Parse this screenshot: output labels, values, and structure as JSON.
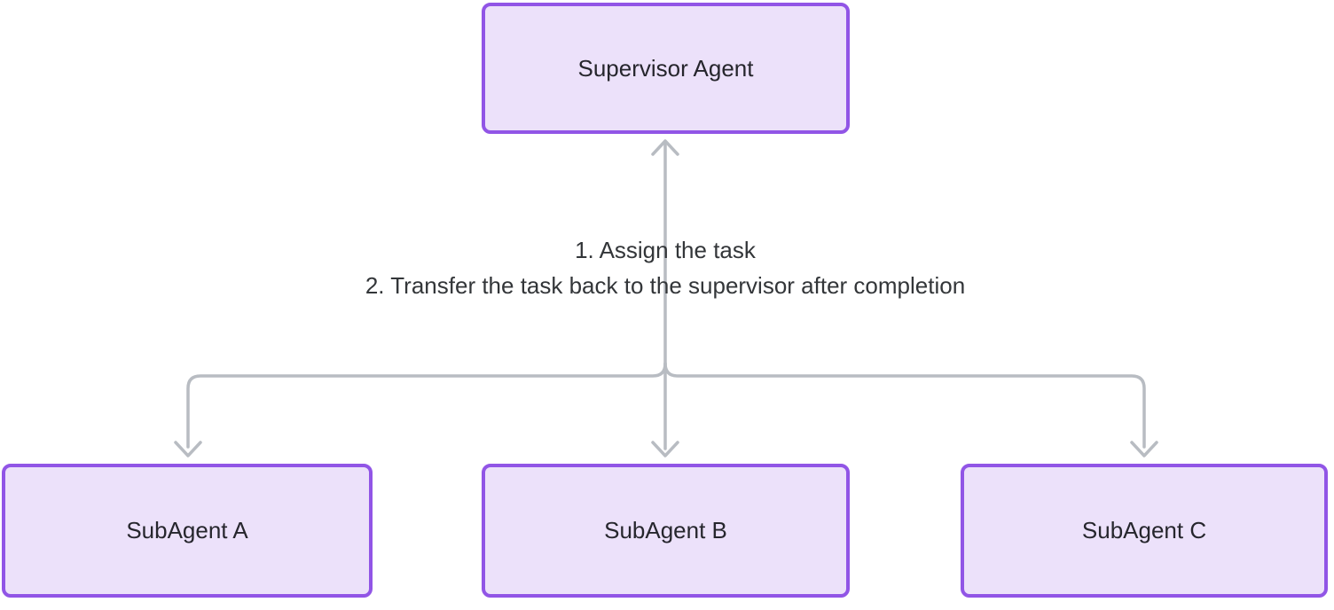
{
  "diagram": {
    "type": "flowchart-top-down",
    "nodes": {
      "supervisor": {
        "label": "Supervisor Agent"
      },
      "subagent_a": {
        "label": "SubAgent A"
      },
      "subagent_b": {
        "label": "SubAgent B"
      },
      "subagent_c": {
        "label": "SubAgent C"
      }
    },
    "edge_label": {
      "line1": "1. Assign the task",
      "line2": "2. Transfer the task back to the supervisor after completion"
    },
    "edges": [
      {
        "from": "subagent_b",
        "to": "supervisor",
        "arrow": "up"
      },
      {
        "from": "supervisor",
        "to": "subagent_a",
        "arrow": "down"
      },
      {
        "from": "supervisor",
        "to": "subagent_b",
        "arrow": "down"
      },
      {
        "from": "supervisor",
        "to": "subagent_c",
        "arrow": "down"
      }
    ],
    "colors": {
      "background": "#ffffff",
      "node_fill": "#ece1fa",
      "node_border": "#9155e6",
      "node_text": "#26262d",
      "edge_color": "#b8bcc2",
      "label_text": "#333639"
    }
  }
}
